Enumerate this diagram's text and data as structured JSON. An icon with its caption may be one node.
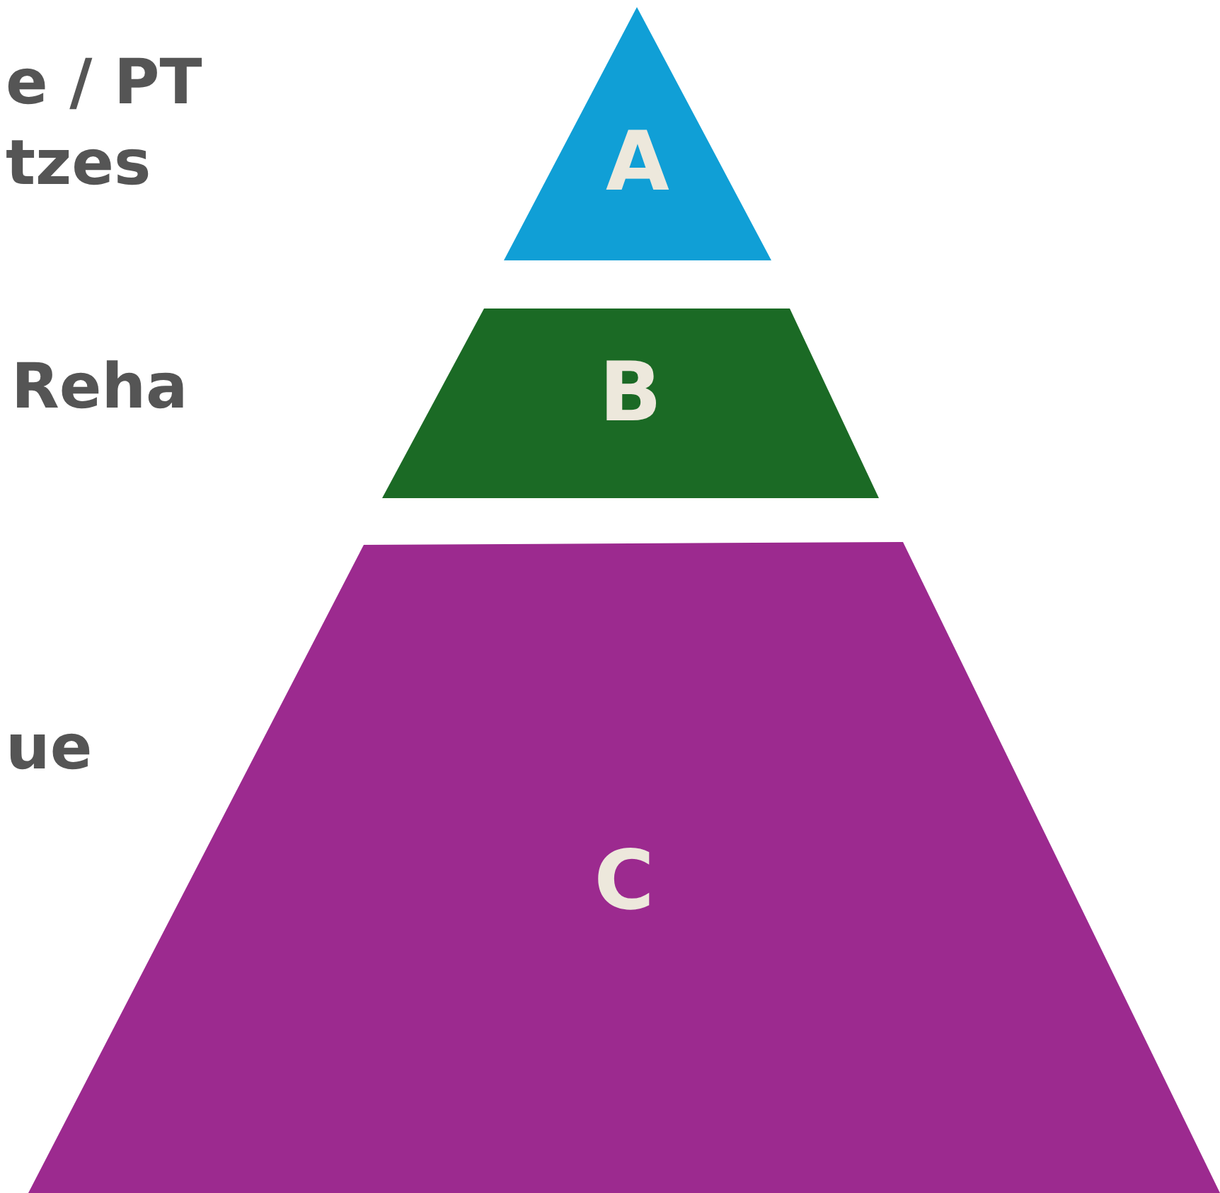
{
  "diagram": {
    "nodes": [
      {
        "text": [
          "A"
        ]
      },
      {
        "text": [
          "B"
        ]
      },
      {
        "text": [
          "C"
        ]
      }
    ],
    "labels": [
      "e / PT tzes",
      "Reha",
      "ue"
    ]
  }
}
